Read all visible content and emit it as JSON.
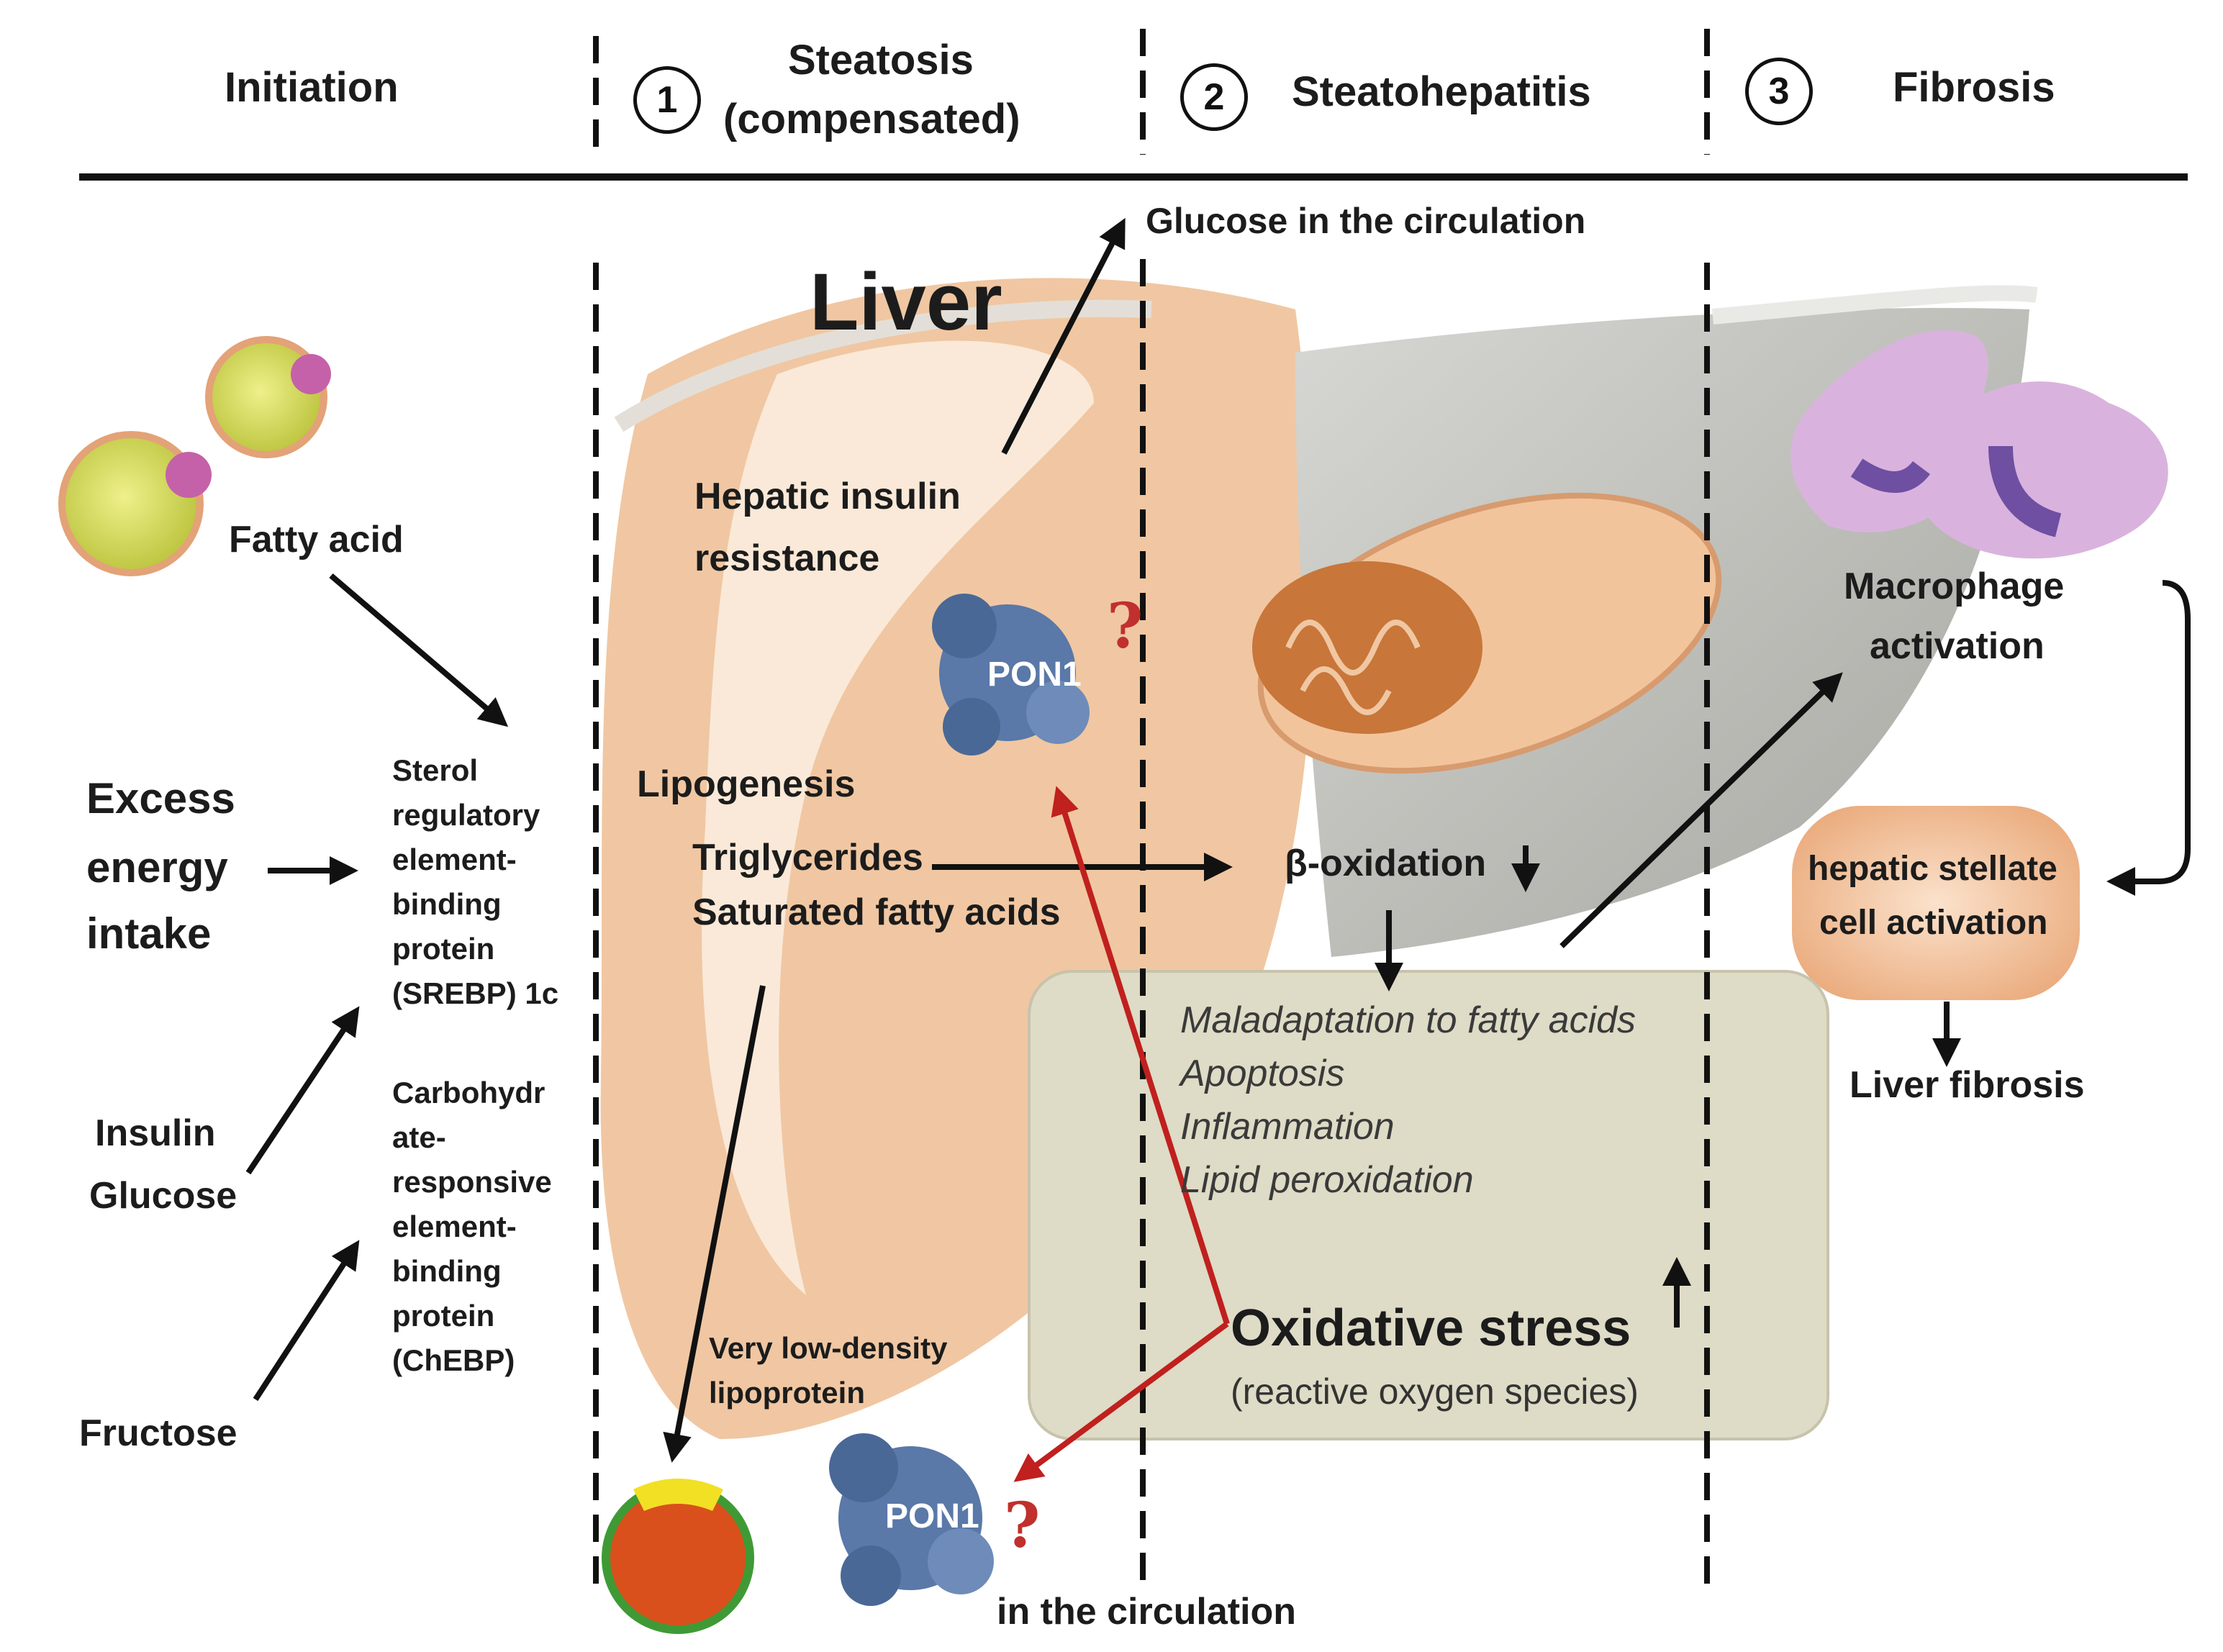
{
  "header": {
    "stage0": "Initiation",
    "stage1_num": "1",
    "stage1_line1": "Steatosis",
    "stage1_line2": "(compensated)",
    "stage2_num": "2",
    "stage2": "Steatohepatitis",
    "stage3_num": "3",
    "stage3": "Fibrosis"
  },
  "initiation": {
    "fatty_acid": "Fatty acid",
    "excess_line1": "Excess",
    "excess_line2": "energy",
    "excess_line3": "intake",
    "insulin": "Insulin",
    "glucose": "Glucose",
    "fructose": "Fructose",
    "srebp": [
      "Sterol",
      "regulatory",
      "element-",
      "binding",
      "protein",
      "(SREBP) 1c"
    ],
    "chrebp": [
      "Carbohydr",
      "ate-",
      "responsive",
      "element-",
      "binding",
      "protein",
      "(ChEBP)"
    ]
  },
  "steatosis": {
    "liver": "Liver",
    "glucose_circulation": "Glucose in the circulation",
    "hepatic_line1": "Hepatic insulin",
    "hepatic_line2": "resistance",
    "pon1_liver": "PON1",
    "question": "?",
    "lipogenesis": "Lipogenesis",
    "triglycerides": "Triglycerides",
    "saturated": "Saturated fatty acids",
    "vldl_line1": "Very low-density",
    "vldl_line2": "lipoprotein",
    "pon1_circ": "PON1",
    "in_circulation": "in the circulation"
  },
  "steatohepatitis": {
    "beta_oxidation": "β-oxidation",
    "effects": [
      "Maladaptation to fatty acids",
      "Apoptosis",
      "Inflammation",
      "Lipid peroxidation"
    ],
    "oxidative_stress": "Oxidative stress",
    "ros": "(reactive oxygen species)"
  },
  "fibrosis": {
    "macrophage_line1": "Macrophage",
    "macrophage_line2": "activation",
    "stellate_line1": "hepatic stellate",
    "stellate_line2": "cell activation",
    "liver_fibrosis": "Liver fibrosis"
  },
  "colors": {
    "liver_tissue": "#f0c7a2",
    "hepatocyte_gray": "#b9bab5",
    "stress_box": "#dedbc6",
    "pon1_protein": "#5a78a8",
    "red_arrow": "#c0201e",
    "macrophage": "#d9b3de"
  }
}
